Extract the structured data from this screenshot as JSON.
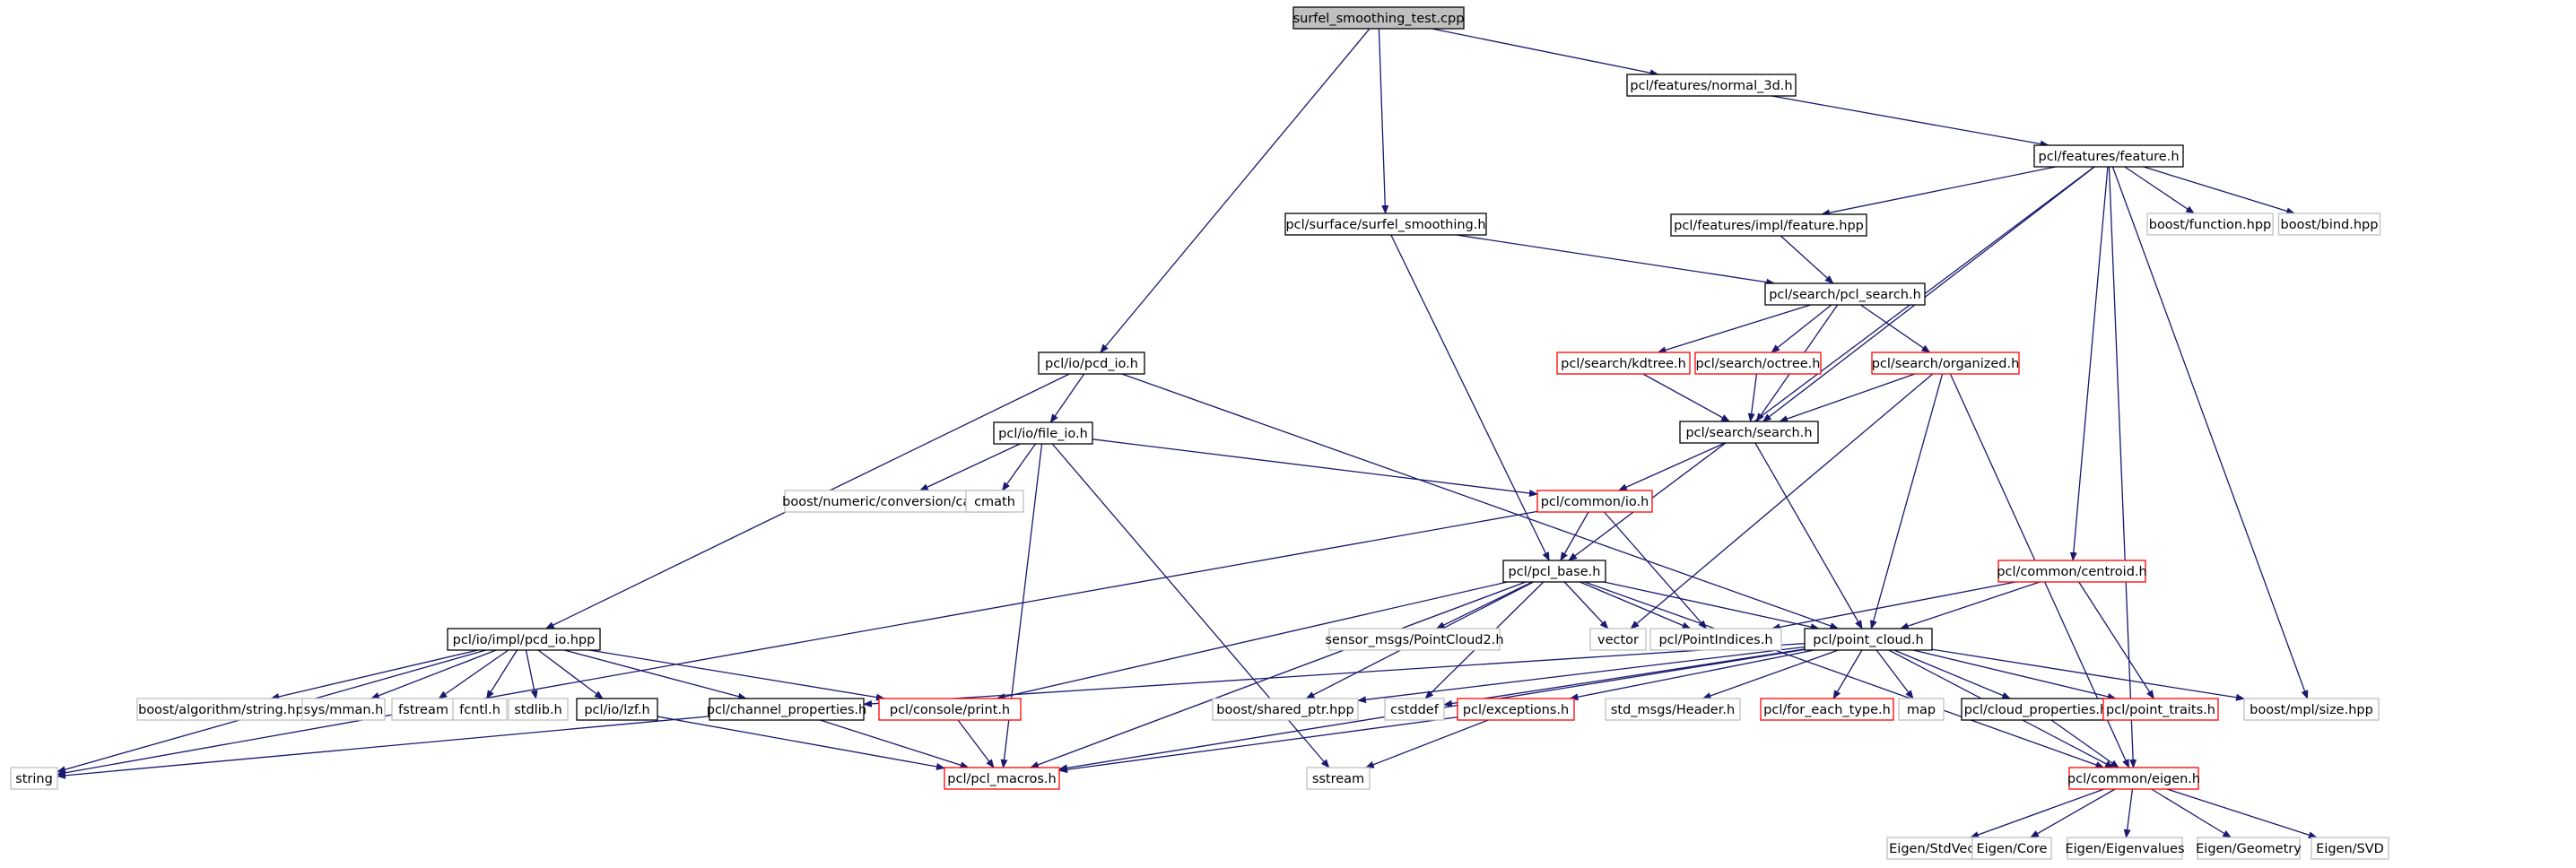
{
  "diagram": {
    "colors": {
      "edge": "#191970",
      "node_text": "#000000",
      "border_black": "#000000",
      "border_red": "#ff0000",
      "border_gray": "#bfbfbf",
      "root_fill": "#bfbfbf",
      "node_fill": "#ffffff"
    },
    "nodes": [
      {
        "id": "root",
        "label": "surfel_smoothing_test.cpp",
        "style": "root"
      },
      {
        "id": "normal3d",
        "label": "pcl/features/normal_3d.h",
        "style": "black"
      },
      {
        "id": "feature",
        "label": "pcl/features/feature.h",
        "style": "black"
      },
      {
        "id": "surfel",
        "label": "pcl/surface/surfel_smoothing.h",
        "style": "black"
      },
      {
        "id": "featimpl",
        "label": "pcl/features/impl/feature.hpp",
        "style": "black"
      },
      {
        "id": "boostfunc",
        "label": "boost/function.hpp",
        "style": "gray"
      },
      {
        "id": "boostbind",
        "label": "boost/bind.hpp",
        "style": "gray"
      },
      {
        "id": "pclsearch",
        "label": "pcl/search/pcl_search.h",
        "style": "black"
      },
      {
        "id": "kdtree",
        "label": "pcl/search/kdtree.h",
        "style": "red"
      },
      {
        "id": "octree",
        "label": "pcl/search/octree.h",
        "style": "red"
      },
      {
        "id": "organized",
        "label": "pcl/search/organized.h",
        "style": "red"
      },
      {
        "id": "pcdio",
        "label": "pcl/io/pcd_io.h",
        "style": "black"
      },
      {
        "id": "search",
        "label": "pcl/search/search.h",
        "style": "black"
      },
      {
        "id": "fileio",
        "label": "pcl/io/file_io.h",
        "style": "black"
      },
      {
        "id": "numcast",
        "label": "boost/numeric/conversion/cast.hpp",
        "style": "gray"
      },
      {
        "id": "cmath",
        "label": "cmath",
        "style": "gray"
      },
      {
        "id": "commonio",
        "label": "pcl/common/io.h",
        "style": "red"
      },
      {
        "id": "centroid",
        "label": "pcl/common/centroid.h",
        "style": "red"
      },
      {
        "id": "pclbase",
        "label": "pcl/pcl_base.h",
        "style": "black"
      },
      {
        "id": "pcdimpl",
        "label": "pcl/io/impl/pcd_io.hpp",
        "style": "black"
      },
      {
        "id": "sensor",
        "label": "sensor_msgs/PointCloud2.h",
        "style": "gray"
      },
      {
        "id": "vector",
        "label": "vector",
        "style": "gray"
      },
      {
        "id": "pointind",
        "label": "pcl/PointIndices.h",
        "style": "gray"
      },
      {
        "id": "pointcloud",
        "label": "pcl/point_cloud.h",
        "style": "black"
      },
      {
        "id": "algstr",
        "label": "boost/algorithm/string.hpp",
        "style": "gray"
      },
      {
        "id": "mman",
        "label": "sys/mman.h",
        "style": "gray"
      },
      {
        "id": "fstream",
        "label": "fstream",
        "style": "gray"
      },
      {
        "id": "fcntl",
        "label": "fcntl.h",
        "style": "gray"
      },
      {
        "id": "stdlib",
        "label": "stdlib.h",
        "style": "gray"
      },
      {
        "id": "lzf",
        "label": "pcl/io/lzf.h",
        "style": "black"
      },
      {
        "id": "chanprop",
        "label": "pcl/channel_properties.h",
        "style": "black"
      },
      {
        "id": "consoleprint",
        "label": "pcl/console/print.h",
        "style": "red"
      },
      {
        "id": "sharedptr",
        "label": "boost/shared_ptr.hpp",
        "style": "gray"
      },
      {
        "id": "cstddef",
        "label": "cstddef",
        "style": "gray"
      },
      {
        "id": "exceptions",
        "label": "pcl/exceptions.h",
        "style": "red"
      },
      {
        "id": "header",
        "label": "std_msgs/Header.h",
        "style": "gray"
      },
      {
        "id": "foreach",
        "label": "pcl/for_each_type.h",
        "style": "red"
      },
      {
        "id": "map",
        "label": "map",
        "style": "gray"
      },
      {
        "id": "cloudprop",
        "label": "pcl/cloud_properties.h",
        "style": "black"
      },
      {
        "id": "pointtraits",
        "label": "pcl/point_traits.h",
        "style": "red"
      },
      {
        "id": "mplsize",
        "label": "boost/mpl/size.hpp",
        "style": "gray"
      },
      {
        "id": "string",
        "label": "string",
        "style": "gray"
      },
      {
        "id": "pclmacros",
        "label": "pcl/pcl_macros.h",
        "style": "red"
      },
      {
        "id": "sstream",
        "label": "sstream",
        "style": "gray"
      },
      {
        "id": "eigen",
        "label": "pcl/common/eigen.h",
        "style": "red"
      },
      {
        "id": "stdvector",
        "label": "Eigen/StdVector",
        "style": "gray"
      },
      {
        "id": "core",
        "label": "Eigen/Core",
        "style": "gray"
      },
      {
        "id": "eigenvalues",
        "label": "Eigen/Eigenvalues",
        "style": "gray"
      },
      {
        "id": "geometry",
        "label": "Eigen/Geometry",
        "style": "gray"
      },
      {
        "id": "svd",
        "label": "Eigen/SVD",
        "style": "gray"
      }
    ],
    "edges": [
      [
        "root",
        "pcdio"
      ],
      [
        "root",
        "surfel"
      ],
      [
        "root",
        "normal3d"
      ],
      [
        "normal3d",
        "feature"
      ],
      [
        "feature",
        "pclbase"
      ],
      [
        "feature",
        "featimpl"
      ],
      [
        "feature",
        "search"
      ],
      [
        "feature",
        "centroid"
      ],
      [
        "feature",
        "boostfunc"
      ],
      [
        "feature",
        "boostbind"
      ],
      [
        "feature",
        "mplsize"
      ],
      [
        "feature",
        "eigen"
      ],
      [
        "surfel",
        "pclsearch"
      ],
      [
        "surfel",
        "pclbase"
      ],
      [
        "featimpl",
        "pclsearch"
      ],
      [
        "pclsearch",
        "kdtree"
      ],
      [
        "pclsearch",
        "octree"
      ],
      [
        "pclsearch",
        "organized"
      ],
      [
        "pclsearch",
        "search"
      ],
      [
        "kdtree",
        "search"
      ],
      [
        "octree",
        "search"
      ],
      [
        "organized",
        "search"
      ],
      [
        "organized",
        "vector"
      ],
      [
        "organized",
        "pointcloud"
      ],
      [
        "organized",
        "eigen"
      ],
      [
        "pcdio",
        "fileio"
      ],
      [
        "pcdio",
        "pcdimpl"
      ],
      [
        "pcdio",
        "pointcloud"
      ],
      [
        "search",
        "commonio"
      ],
      [
        "search",
        "pointcloud"
      ],
      [
        "fileio",
        "numcast"
      ],
      [
        "fileio",
        "cmath"
      ],
      [
        "fileio",
        "commonio"
      ],
      [
        "fileio",
        "pclmacros"
      ],
      [
        "fileio",
        "sstream"
      ],
      [
        "commonio",
        "pclbase"
      ],
      [
        "commonio",
        "string"
      ],
      [
        "commonio",
        "pointind"
      ],
      [
        "centroid",
        "pointcloud"
      ],
      [
        "centroid",
        "pointind"
      ],
      [
        "centroid",
        "pointtraits"
      ],
      [
        "pclbase",
        "pointcloud"
      ],
      [
        "pclbase",
        "pointind"
      ],
      [
        "pclbase",
        "vector"
      ],
      [
        "pclbase",
        "sensor"
      ],
      [
        "pclbase",
        "sharedptr"
      ],
      [
        "pclbase",
        "cstddef"
      ],
      [
        "pclbase",
        "consoleprint"
      ],
      [
        "pclbase",
        "pclmacros"
      ],
      [
        "pclbase",
        "eigen"
      ],
      [
        "pcdimpl",
        "string"
      ],
      [
        "pcdimpl",
        "algstr"
      ],
      [
        "pcdimpl",
        "mman"
      ],
      [
        "pcdimpl",
        "fstream"
      ],
      [
        "pcdimpl",
        "fcntl"
      ],
      [
        "pcdimpl",
        "stdlib"
      ],
      [
        "pcdimpl",
        "lzf"
      ],
      [
        "pcdimpl",
        "chanprop"
      ],
      [
        "pcdimpl",
        "consoleprint"
      ],
      [
        "pointcloud",
        "chanprop"
      ],
      [
        "pointcloud",
        "sharedptr"
      ],
      [
        "pointcloud",
        "cstddef"
      ],
      [
        "pointcloud",
        "exceptions"
      ],
      [
        "pointcloud",
        "header"
      ],
      [
        "pointcloud",
        "foreach"
      ],
      [
        "pointcloud",
        "map"
      ],
      [
        "pointcloud",
        "cloudprop"
      ],
      [
        "pointcloud",
        "pointtraits"
      ],
      [
        "pointcloud",
        "mplsize"
      ],
      [
        "pointcloud",
        "pclmacros"
      ],
      [
        "pointcloud",
        "eigen"
      ],
      [
        "lzf",
        "pclmacros"
      ],
      [
        "chanprop",
        "string"
      ],
      [
        "chanprop",
        "pclmacros"
      ],
      [
        "consoleprint",
        "pclmacros"
      ],
      [
        "exceptions",
        "pclmacros"
      ],
      [
        "exceptions",
        "sstream"
      ],
      [
        "cloudprop",
        "eigen"
      ],
      [
        "eigen",
        "stdvector"
      ],
      [
        "eigen",
        "core"
      ],
      [
        "eigen",
        "eigenvalues"
      ],
      [
        "eigen",
        "geometry"
      ],
      [
        "eigen",
        "svd"
      ]
    ]
  }
}
